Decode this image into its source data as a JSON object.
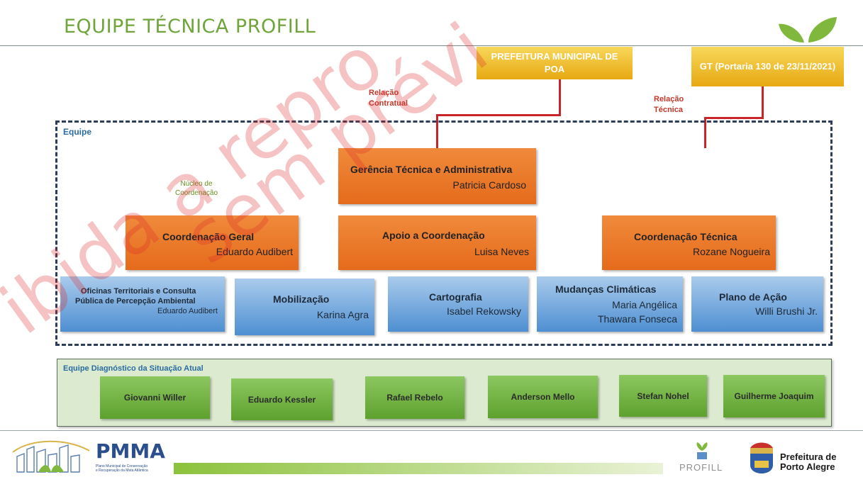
{
  "header": {
    "title": "EQUIPE TÉCNICA PROFILL"
  },
  "top_entities": {
    "prefeitura": "PREFEITURA MUNICIPAL DE POA",
    "gt": "GT (Portaria 130 de 23/11/2021)"
  },
  "relations": {
    "contratual_line1": "Relação",
    "contratual_line2": "Contratual",
    "tecnica_line1": "Relação",
    "tecnica_line2": "Técnica"
  },
  "equipe": {
    "label": "Equipe",
    "nucleo_line1": "Núcleo de",
    "nucleo_line2": "Coordenação",
    "gerencia": {
      "title": "Gerência Técnica e Administrativa",
      "name": "Patricia Cardoso"
    },
    "coordenacoes": [
      {
        "title": "Coordenação Geral",
        "name": "Eduardo Audibert"
      },
      {
        "title": "Apoio a Coordenação",
        "name": "Luisa Neves"
      },
      {
        "title": "Coordenação Técnica",
        "name": "Rozane Nogueira"
      }
    ],
    "areas": [
      {
        "title_line1": "Oficinas Territoriais e Consulta",
        "title_line2": "Pública de Percepção Ambiental",
        "name": "Eduardo Audibert"
      },
      {
        "title": "Mobilização",
        "name": "Karina Agra"
      },
      {
        "title": "Cartografia",
        "name": "Isabel Rekowsky"
      },
      {
        "title": "Mudanças Climáticas",
        "name1": "Maria Angélica",
        "name2": "Thawara Fonseca"
      },
      {
        "title": "Plano de Ação",
        "name": "Willi Brushi Jr."
      }
    ]
  },
  "diagnostico": {
    "label": "Equipe Diagnóstico da Situação Atual",
    "members": [
      "Giovanni Willer",
      "Eduardo Kessler",
      "Rafael Rebelo",
      "Anderson Mello",
      "Stefan Nohel",
      "Guilherme Joaquim"
    ]
  },
  "footer": {
    "pmma": "PMMA",
    "pmma_sub1": "Plano Municipal de Conservação",
    "pmma_sub2": "e Recuperação da Mata Atlântica",
    "profill": "PROFILL",
    "poa_line1": "Prefeitura de",
    "poa_line2": "Porto Alegre"
  },
  "watermark": {
    "line1": "ibida a repro",
    "line2": "sem prévi"
  },
  "colors": {
    "title_green": "#6fa53a",
    "gold": "#e7a812",
    "relation_red": "#c8252b",
    "orange": "#e56b1b",
    "blue": "#4e8fd2",
    "member_green": "#5ea12e",
    "panel_green": "#dcebd0"
  }
}
